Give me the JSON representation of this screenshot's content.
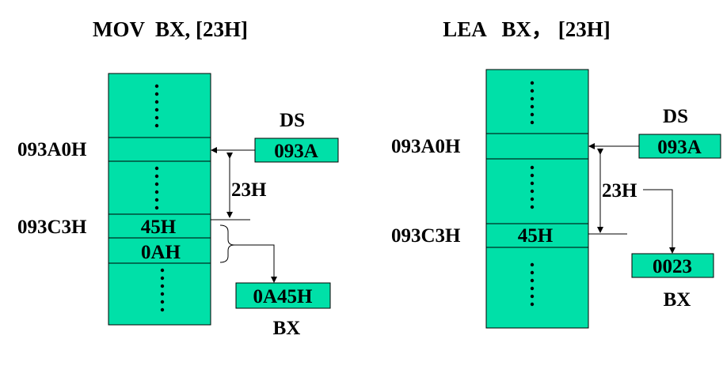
{
  "left": {
    "title": "MOV  BX, [23H]",
    "addr_top": "093A0H",
    "addr_bottom": "093C3H",
    "seg_label": "DS",
    "seg_value": "093A",
    "offset": "23H",
    "mem_cell_1": "45H",
    "mem_cell_2": "0AH",
    "result_value": "0A45H",
    "result_label": "BX"
  },
  "right": {
    "title": "LEA   BX， [23H]",
    "addr_top": "093A0H",
    "addr_bottom": "093C3H",
    "seg_label": "DS",
    "seg_value": "093A",
    "offset": "23H",
    "mem_cell_1": "45H",
    "result_value": "0023",
    "result_label": "BX"
  },
  "colors": {
    "cell_fill": "#00e0a8",
    "line": "#000000"
  }
}
